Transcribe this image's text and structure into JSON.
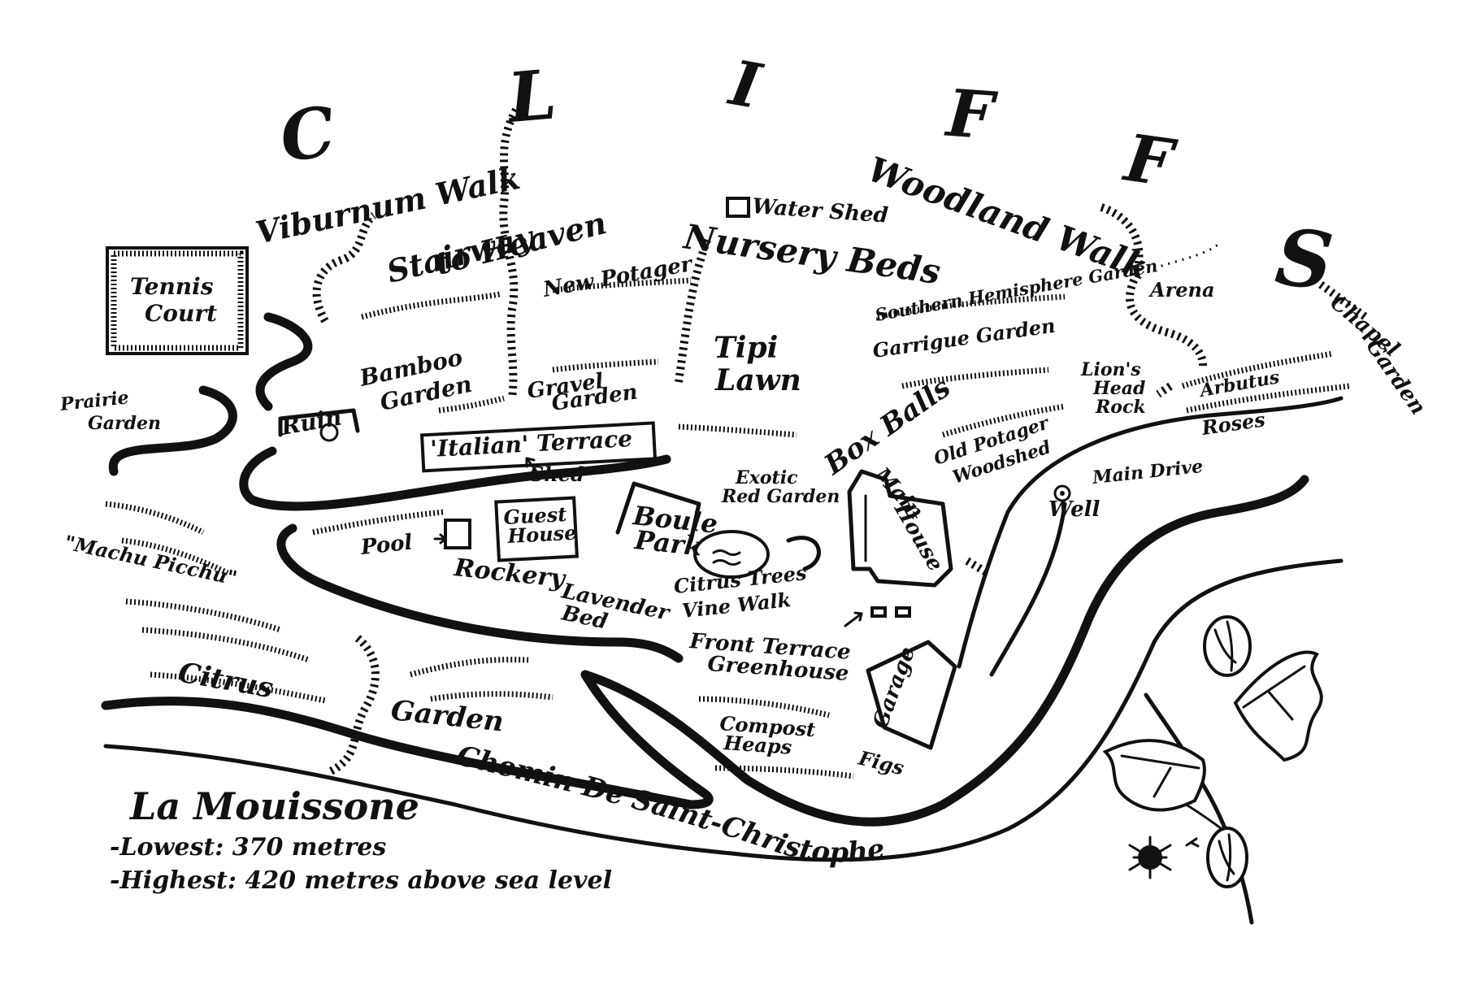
{
  "map": {
    "cliffs_letters": [
      "C",
      "L",
      "I",
      "F",
      "F",
      "S"
    ],
    "labels": {
      "viburnum_walk": "Viburnum Walk",
      "stairway_1": "Stairway",
      "stairway_2": "to Heaven",
      "water_shed": "Water Shed",
      "woodland_walk": "Woodland Walk",
      "nursery_beds": "Nursery Beds",
      "tennis_1": "Tennis",
      "tennis_2": "Court",
      "new_potager": "New Potager",
      "southern_hemisphere": "Southern Hemisphere Garden",
      "arena": "Arena",
      "chapel_1": "Chapel",
      "chapel_2": "Garden",
      "tipi_1": "Tipi",
      "tipi_2": "Lawn",
      "garrigue": "Garrigue Garden",
      "bamboo_1": "Bamboo",
      "bamboo_2": "Garden",
      "lions_1": "Lion's",
      "lions_2": "Head",
      "lions_3": "Rock",
      "arbutus": "Arbutus",
      "prairie_1": "Prairie",
      "prairie_2": "Garden",
      "gravel_1": "Gravel",
      "gravel_2": "Garden",
      "ruin": "Ruin",
      "box_balls": "Box Balls",
      "roses": "Roses",
      "old_potager_1": "Old Potager",
      "old_potager_2": "Woodshed",
      "italian_terrace": "'Italian' Terrace",
      "shed": "Shed",
      "main_drive": "Main Drive",
      "exotic_1": "Exotic",
      "exotic_2": "Red Garden",
      "main_house_1": "Main",
      "main_house_2": "House",
      "well": "Well",
      "guest_1": "Guest",
      "guest_2": "House",
      "boule_1": "Boule",
      "boule_2": "Park",
      "pool": "Pool",
      "machu_picchu": "\"Machu Picchu\"",
      "rockery": "Rockery",
      "lavender_1": "Lavender",
      "lavender_2": "Bed",
      "citrus_trees": "Citrus Trees",
      "vine_walk": "Vine Walk",
      "front_terrace": "Front Terrace",
      "greenhouse": "Greenhouse",
      "citrus": "Citrus",
      "garden": "Garden",
      "garage": "Garage",
      "compost_1": "Compost",
      "compost_2": "Heaps",
      "figs": "Figs",
      "road": "Chemin De Saint-Christophe"
    },
    "legend": {
      "title": "La Mouissone",
      "lowest": "-Lowest: 370 metres",
      "highest": "-Highest: 420 metres above sea level"
    },
    "ink_color": "#111111",
    "paper_color": "#ffffff",
    "decoration_icon": "fig-branch-illustration"
  }
}
